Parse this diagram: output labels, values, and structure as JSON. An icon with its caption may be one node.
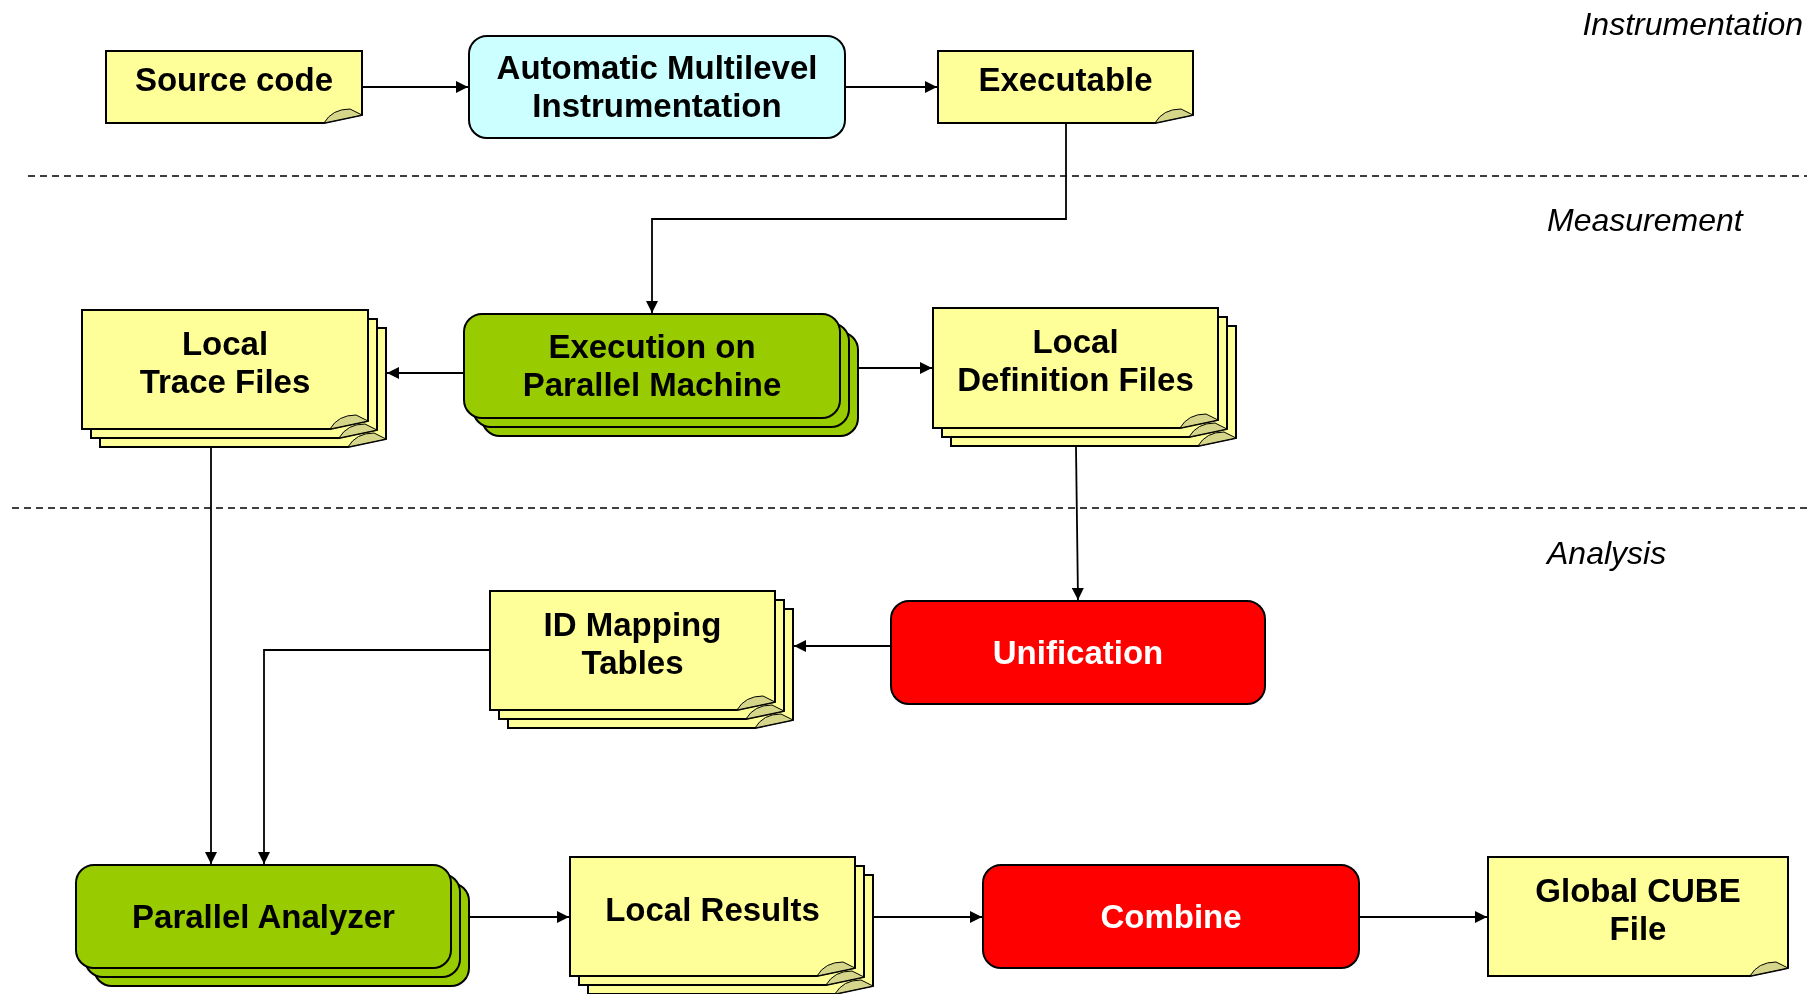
{
  "diagram": {
    "nodes": [
      {
        "text": [
          "Source code"
        ]
      },
      {
        "text": [
          "Automatic Multilevel Instrumentation"
        ]
      },
      {
        "text": [
          "Executable"
        ]
      },
      {
        "text": [
          "Local Trace Files"
        ]
      },
      {
        "text": [
          "Execution on Parallel Machine"
        ]
      },
      {
        "text": [
          "Local Definition Files"
        ]
      },
      {
        "text": [
          "Unification"
        ]
      },
      {
        "text": [
          "ID Mapping Tables"
        ]
      },
      {
        "text": [
          "Parallel Analyzer"
        ]
      },
      {
        "text": [
          "Local Results"
        ]
      },
      {
        "text": [
          "Combine"
        ]
      },
      {
        "text": [
          "Global CUBE File"
        ]
      }
    ],
    "edges": [
      {
        "from": 0,
        "to": 1,
        "arrow": "to"
      },
      {
        "from": 1,
        "to": 2,
        "arrow": "to"
      },
      {
        "from": 2,
        "to": 4,
        "arrow": "to"
      },
      {
        "from": 4,
        "to": 3,
        "arrow": "to"
      },
      {
        "from": 4,
        "to": 5,
        "arrow": "to"
      },
      {
        "from": 5,
        "to": 6,
        "arrow": "to"
      },
      {
        "from": 6,
        "to": 7,
        "arrow": "to"
      },
      {
        "from": 3,
        "to": 8,
        "arrow": "to"
      },
      {
        "from": 7,
        "to": 8,
        "arrow": "to"
      },
      {
        "from": 8,
        "to": 9,
        "arrow": "to"
      },
      {
        "from": 9,
        "to": 10,
        "arrow": "to"
      },
      {
        "from": 10,
        "to": 11,
        "arrow": "to"
      }
    ],
    "labels": [
      "Instrumentation",
      "Measurement",
      "Analysis"
    ]
  }
}
